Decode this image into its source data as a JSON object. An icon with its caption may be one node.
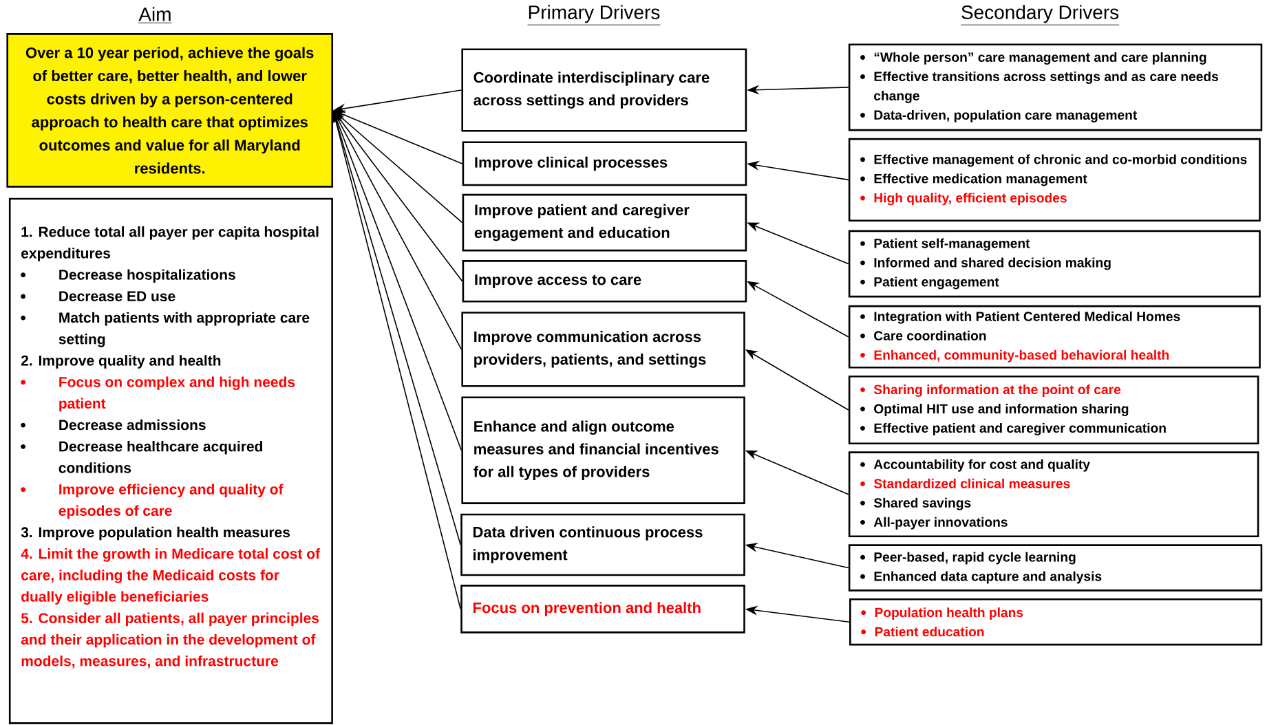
{
  "diagram": {
    "labels": [
      "Aim",
      "Primary Drivers",
      "Secondary Drivers"
    ],
    "nodes": [
      {
        "text": [
          "Over a 10 year period, achieve the goals of better care, better health, and lower costs driven by a person-centered approach to health care that optimizes outcomes and value for all Maryland residents."
        ]
      },
      {
        "text": [
          "1. Reduce total all payer per capita hospital expenditures",
          "Decrease hospitalizations",
          "Decrease ED use",
          "Match patients with appropriate care setting",
          "2. Improve quality and health",
          "Focus on complex and high needs patient",
          "Decrease admissions",
          "Decrease healthcare acquired conditions",
          "Improve efficiency and quality of episodes of care",
          "3. Improve population health measures",
          "4. Limit the growth in Medicare total cost of care, including the Medicaid costs for dually eligible beneficiaries",
          "5. Consider all patients, all payer principles and their application in the development of models, measures, and infrastructure"
        ]
      },
      {
        "text": [
          "Coordinate interdisciplinary care across settings and providers"
        ]
      },
      {
        "text": [
          "Improve clinical processes"
        ]
      },
      {
        "text": [
          "Improve patient and caregiver engagement and education"
        ]
      },
      {
        "text": [
          "Improve access to care"
        ]
      },
      {
        "text": [
          "Improve communication across providers, patients, and settings"
        ]
      },
      {
        "text": [
          "Enhance and align outcome measures and financial incentives for all types of providers"
        ]
      },
      {
        "text": [
          "Data driven continuous process improvement"
        ]
      },
      {
        "text": [
          "Focus on prevention and health"
        ]
      },
      {
        "text": [
          "“Whole person” care management and care planning",
          "Effective transitions across settings and as care needs change",
          "Data-driven, population care management"
        ]
      },
      {
        "text": [
          "Effective management of chronic and co-morbid conditions",
          "Effective medication management",
          "High quality, efficient episodes"
        ]
      },
      {
        "text": [
          "Patient self-management",
          "Informed and shared decision making",
          "Patient engagement"
        ]
      },
      {
        "text": [
          "Integration with Patient Centered Medical Homes",
          "Care coordination",
          "Enhanced, community-based behavioral health"
        ]
      },
      {
        "text": [
          "Sharing information at the point of care",
          "Optimal HIT use and information sharing",
          "Effective patient and caregiver communication"
        ]
      },
      {
        "text": [
          "Accountability for cost and quality",
          "Standardized clinical measures",
          "Shared savings",
          "All-payer innovations"
        ]
      },
      {
        "text": [
          "Peer-based, rapid cycle learning",
          "Enhanced data capture and analysis"
        ]
      },
      {
        "text": [
          "Population health plans",
          "Patient education"
        ]
      }
    ],
    "edges": [
      {
        "from": 2,
        "to": 0,
        "arrow": "to"
      },
      {
        "from": 3,
        "to": 0,
        "arrow": "to"
      },
      {
        "from": 4,
        "to": 0,
        "arrow": "to"
      },
      {
        "from": 5,
        "to": 0,
        "arrow": "to"
      },
      {
        "from": 6,
        "to": 0,
        "arrow": "to"
      },
      {
        "from": 7,
        "to": 0,
        "arrow": "to"
      },
      {
        "from": 8,
        "to": 0,
        "arrow": "to"
      },
      {
        "from": 9,
        "to": 0,
        "arrow": "to"
      },
      {
        "from": 10,
        "to": 2,
        "arrow": "to"
      },
      {
        "from": 11,
        "to": 3,
        "arrow": "to"
      },
      {
        "from": 12,
        "to": 4,
        "arrow": "to"
      },
      {
        "from": 13,
        "to": 5,
        "arrow": "to"
      },
      {
        "from": 14,
        "to": 6,
        "arrow": "to"
      },
      {
        "from": 15,
        "to": 7,
        "arrow": "to"
      },
      {
        "from": 16,
        "to": 8,
        "arrow": "to"
      },
      {
        "from": 17,
        "to": 9,
        "arrow": "to"
      }
    ]
  }
}
